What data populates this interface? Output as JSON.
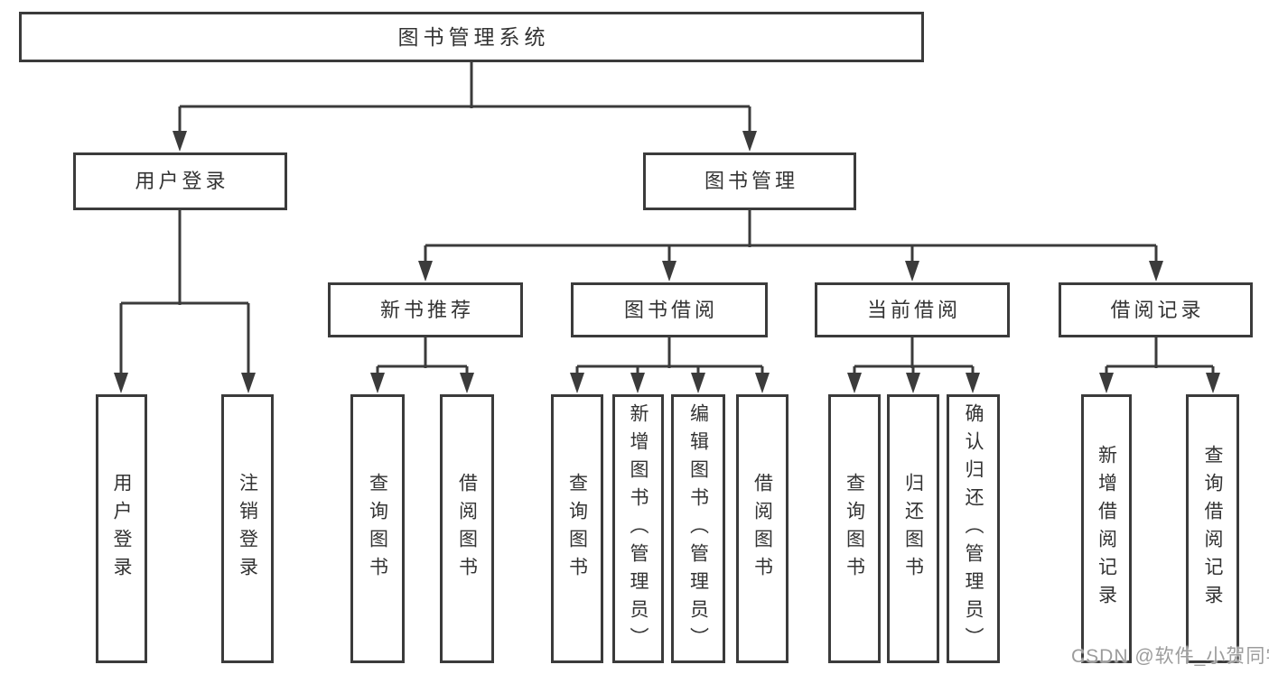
{
  "colors": {
    "line": "#3b3b3b",
    "box_border": "#3b3b3b",
    "text": "#333333",
    "background": "#ffffff",
    "watermark": "#9c9c9c"
  },
  "diagram": {
    "root": {
      "label": "图书管理系统"
    },
    "branches": [
      {
        "label": "用户登录",
        "children": [
          {
            "label": "用户登录"
          },
          {
            "label": "注销登录"
          }
        ]
      },
      {
        "label": "图书管理",
        "groups": [
          {
            "label": "新书推荐",
            "children": [
              {
                "label": "查询图书"
              },
              {
                "label": "借阅图书"
              }
            ]
          },
          {
            "label": "图书借阅",
            "children": [
              {
                "label": "查询图书"
              },
              {
                "label": "新增图书（管理员）"
              },
              {
                "label": "编辑图书（管理员）"
              },
              {
                "label": "借阅图书"
              }
            ]
          },
          {
            "label": "当前借阅",
            "children": [
              {
                "label": "查询图书"
              },
              {
                "label": "归还图书"
              },
              {
                "label": "确认归还（管理员）"
              }
            ]
          },
          {
            "label": "借阅记录",
            "children": [
              {
                "label": "新增借阅记录"
              },
              {
                "label": "查询借阅记录"
              }
            ]
          }
        ]
      }
    ]
  },
  "watermark": {
    "text": "CSDN @软件_小贺同学"
  }
}
